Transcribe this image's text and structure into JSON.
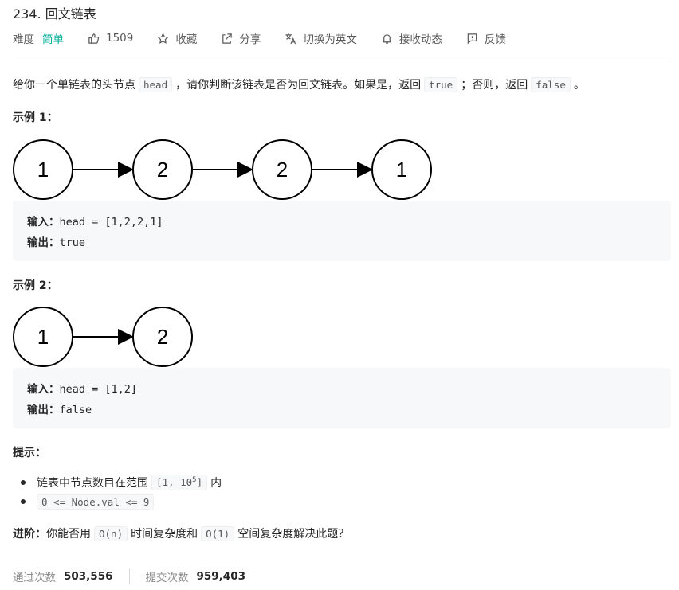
{
  "problem": {
    "title": "234. 回文链表"
  },
  "toolbar": {
    "difficulty_label": "难度",
    "difficulty_value": "简单",
    "likes": "1509",
    "collect": "收藏",
    "share": "分享",
    "switch_lang": "切换为英文",
    "notify": "接收动态",
    "feedback": "反馈",
    "colors": {
      "easy": "#00af9b",
      "text": "#595959"
    }
  },
  "description": {
    "p1": "给你一个单链表的头节点",
    "c1": "head",
    "p2": "，请你判断该链表是否为回文链表。如果是，返回",
    "c2": "true",
    "p3": "；否则，返回",
    "c3": "false",
    "p4": "。"
  },
  "example1": {
    "heading": "示例 1：",
    "nodes": [
      "1",
      "2",
      "2",
      "1"
    ],
    "input_label": "输入：",
    "input_value": "head = [1,2,2,1]",
    "output_label": "输出：",
    "output_value": "true"
  },
  "example2": {
    "heading": "示例 2：",
    "nodes": [
      "1",
      "2"
    ],
    "input_label": "输入：",
    "input_value": "head = [1,2]",
    "output_label": "输出：",
    "output_value": "false"
  },
  "hints": {
    "heading": "提示：",
    "h1_text": "链表中节点数目在范围",
    "h1_code_a": "[1, 10",
    "h1_code_sup": "5",
    "h1_code_b": "]",
    "h1_suffix": "内",
    "h2_code": "0 <= Node.val <= 9"
  },
  "advanced": {
    "label": "进阶：",
    "t1": "你能否用",
    "c1": "O(n)",
    "t2": "时间复杂度和",
    "c2": "O(1)",
    "t3": "空间复杂度解决此题？"
  },
  "stats": {
    "passed_label": "通过次数",
    "passed_value": "503,556",
    "submitted_label": "提交次数",
    "submitted_value": "959,403"
  }
}
